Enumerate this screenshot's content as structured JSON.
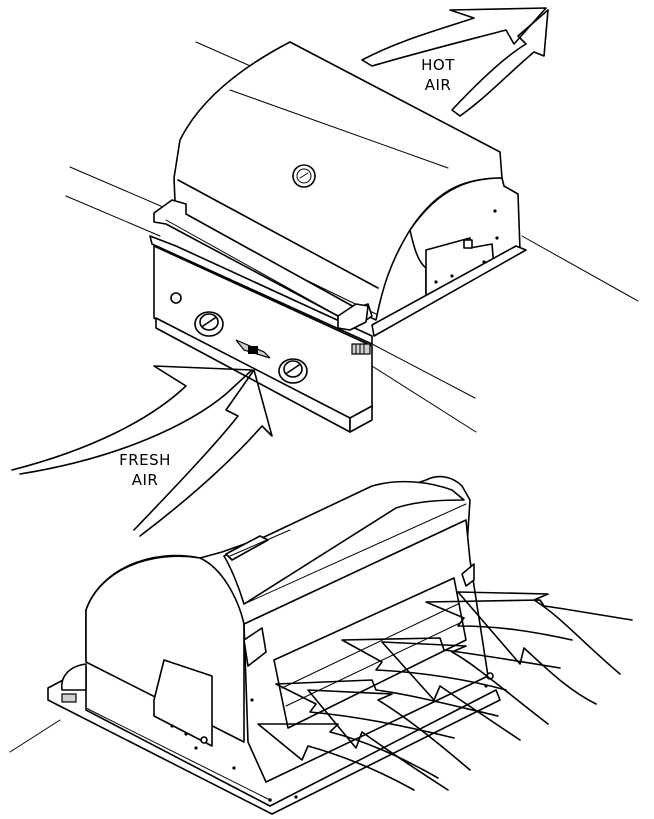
{
  "labels": {
    "hot_air": {
      "line1": "HOT",
      "line2": "AIR"
    },
    "fresh_air": {
      "line1": "FRESH",
      "line2": "AIR"
    }
  },
  "colors": {
    "line": "#000000",
    "background": "#ffffff"
  }
}
